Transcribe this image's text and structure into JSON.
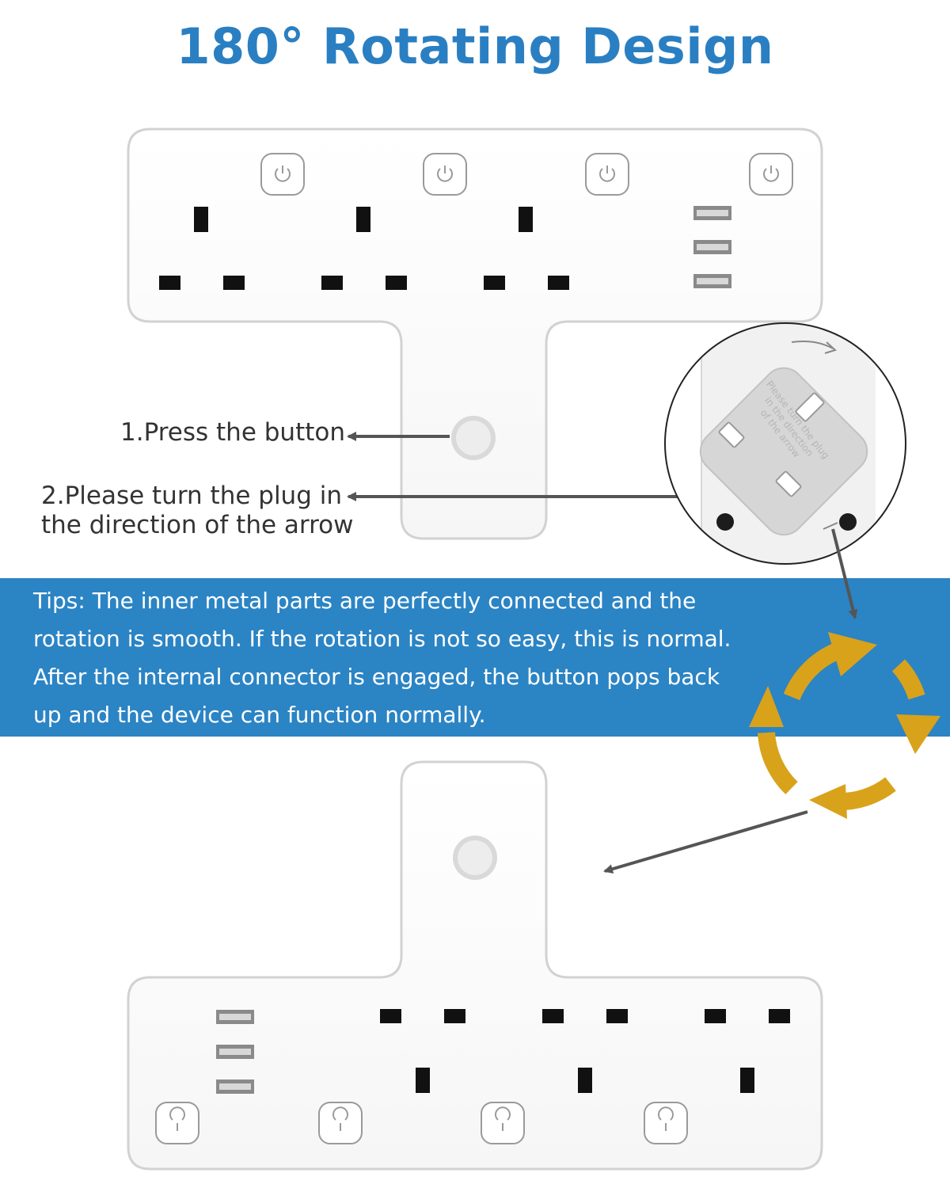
{
  "heading": "180° Rotating Design",
  "callouts": {
    "step1": "1.Press the button",
    "step2_line1": "2.Please turn the plug in",
    "step2_line2": "the direction of the arrow"
  },
  "tips": {
    "line1": "Tips: The inner metal parts are perfectly connected and the",
    "line2": "rotation is smooth. If the rotation is not so easy, this is normal.",
    "line3": "After the internal connector is engaged, the button pops back",
    "line4": "up and the device can function normally."
  },
  "plug_engraving": {
    "line1": "Please turn the plug",
    "line2": "in the direction",
    "line3": "of the arrow"
  },
  "colors": {
    "heading": "#2a7fc2",
    "tips_band": "#2b84c4",
    "rotate_arrows": "#d9a21b",
    "pointer_arrows": "#555555"
  },
  "icons": [
    "power-icon",
    "usb-port-icon",
    "release-button-icon",
    "rotate-arrows-icon",
    "pointer-arrow-icon"
  ]
}
